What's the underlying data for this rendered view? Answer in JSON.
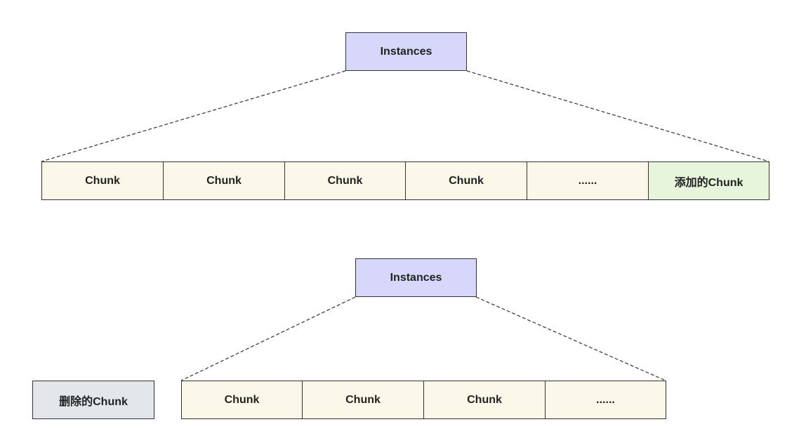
{
  "top": {
    "instances_label": "Instances",
    "chunks": [
      "Chunk",
      "Chunk",
      "Chunk",
      "Chunk",
      "......",
      "添加的Chunk"
    ]
  },
  "bottom": {
    "instances_label": "Instances",
    "deleted_label": "删除的Chunk",
    "chunks": [
      "Chunk",
      "Chunk",
      "Chunk",
      "......"
    ]
  },
  "colors": {
    "instances": "#d6d7fb",
    "chunk": "#fbf8ea",
    "added_chunk": "#e6f5dc",
    "deleted_chunk": "#e3e7ec"
  }
}
